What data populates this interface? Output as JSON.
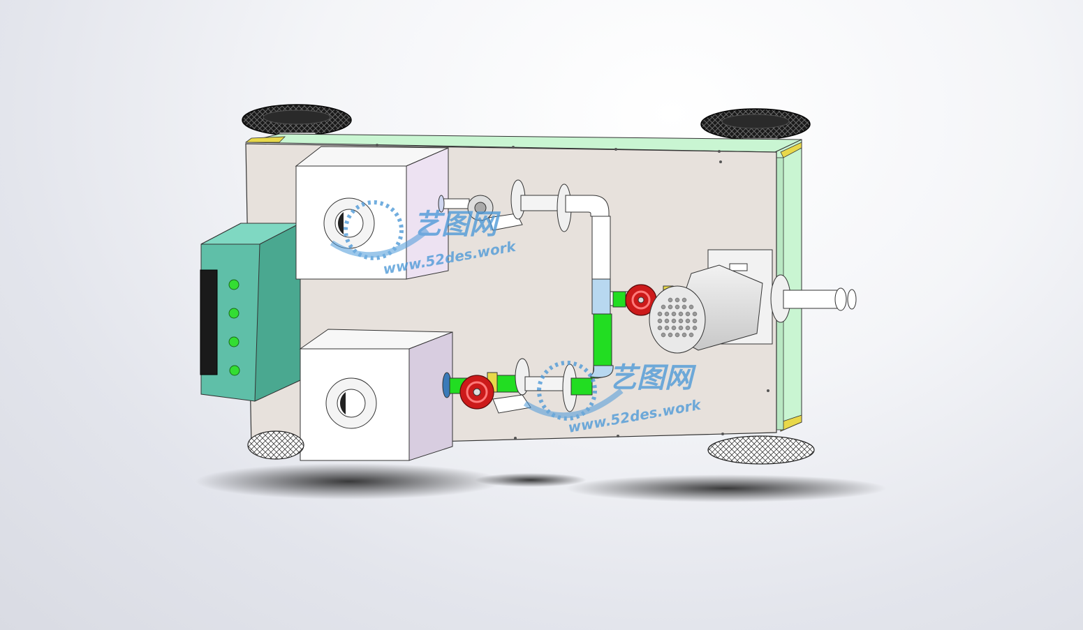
{
  "viewport": {
    "background_top": "#ffffff",
    "background_bottom": "#d9dbe3"
  },
  "model": {
    "panel_color": "#e7e1dc",
    "frame_color": "#c9f5d2",
    "frame_edge_color": "#e8d84a",
    "control_box_color": "#5fbfa8",
    "indicator_color": "#33dd33",
    "pipe_green": "#22dd22",
    "pipe_white": "#ffffff",
    "pipe_blue": "#b8d8f0",
    "valve_handle_color": "#cc1a1a",
    "tank_color": "#ffffff",
    "tank_side_color": "#e6d8ec",
    "tire_color": "#1a1a1a"
  },
  "watermarks": [
    {
      "title": "艺图网",
      "url": "www.52des.work",
      "color": "#4f9ad8"
    },
    {
      "title": "艺图网",
      "url": "www.52des.work",
      "color": "#4f9ad8"
    }
  ]
}
